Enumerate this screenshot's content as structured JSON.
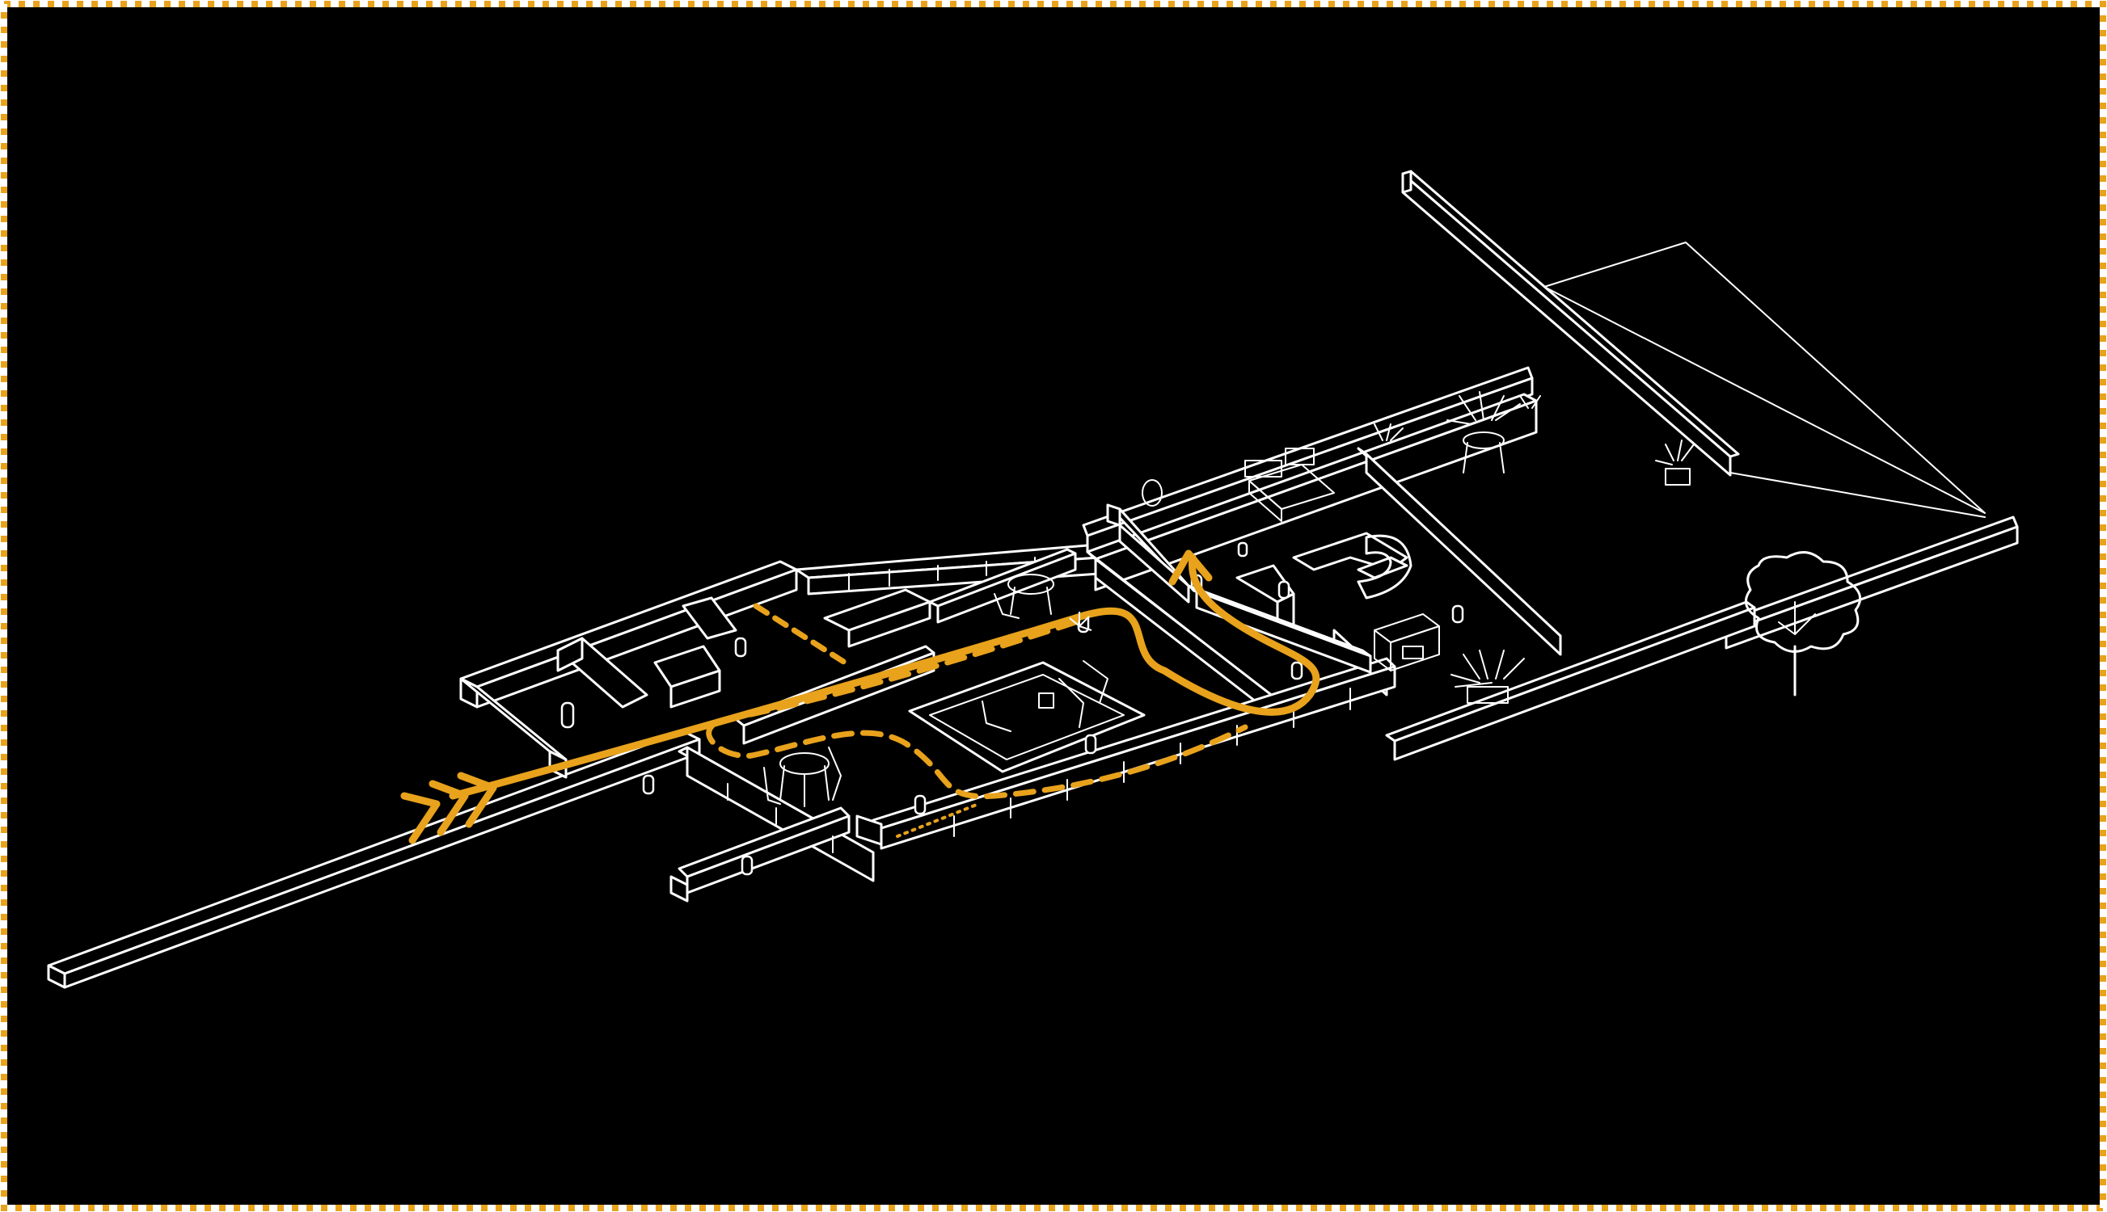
{
  "diagram": {
    "colors": {
      "background": "#000000",
      "linework": "#ffffff",
      "circulation_path": "#e8a21c",
      "border_dash_a": "#e8a21c",
      "border_dash_b": "#ffffff"
    },
    "paths": [
      {
        "id": "main-route",
        "style": "solid"
      },
      {
        "id": "dashed-route",
        "style": "dashed"
      },
      {
        "id": "dotted-route",
        "style": "dotted"
      }
    ],
    "icons": [
      "tree-icon",
      "plant-icon",
      "chair-icon",
      "table-icon",
      "bed-icon",
      "arrow-icon"
    ]
  }
}
